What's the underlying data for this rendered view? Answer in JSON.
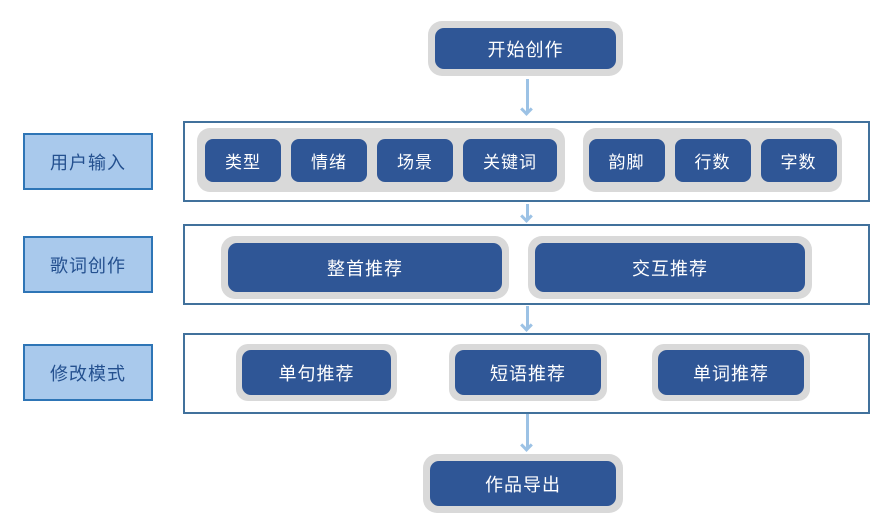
{
  "flow": {
    "start": "开始创作",
    "end": "作品导出",
    "rows": [
      {
        "label": "用户输入",
        "groups": [
          {
            "buttons": [
              "类型",
              "情绪",
              "场景",
              "关键词"
            ]
          },
          {
            "buttons": [
              "韵脚",
              "行数",
              "字数"
            ]
          }
        ]
      },
      {
        "label": "歌词创作",
        "buttons": [
          "整首推荐",
          "交互推荐"
        ]
      },
      {
        "label": "修改模式",
        "buttons": [
          "单句推荐",
          "短语推荐",
          "单词推荐"
        ]
      }
    ],
    "colors": {
      "button_fill": "#2F5696",
      "button_text": "#FFFFFF",
      "label_fill": "#A9C9EC",
      "label_border": "#2E75B6",
      "label_text": "#24508F",
      "box_border": "#41719C",
      "ring": "#D9D9D9",
      "arrow": "#9CC2E5"
    }
  }
}
